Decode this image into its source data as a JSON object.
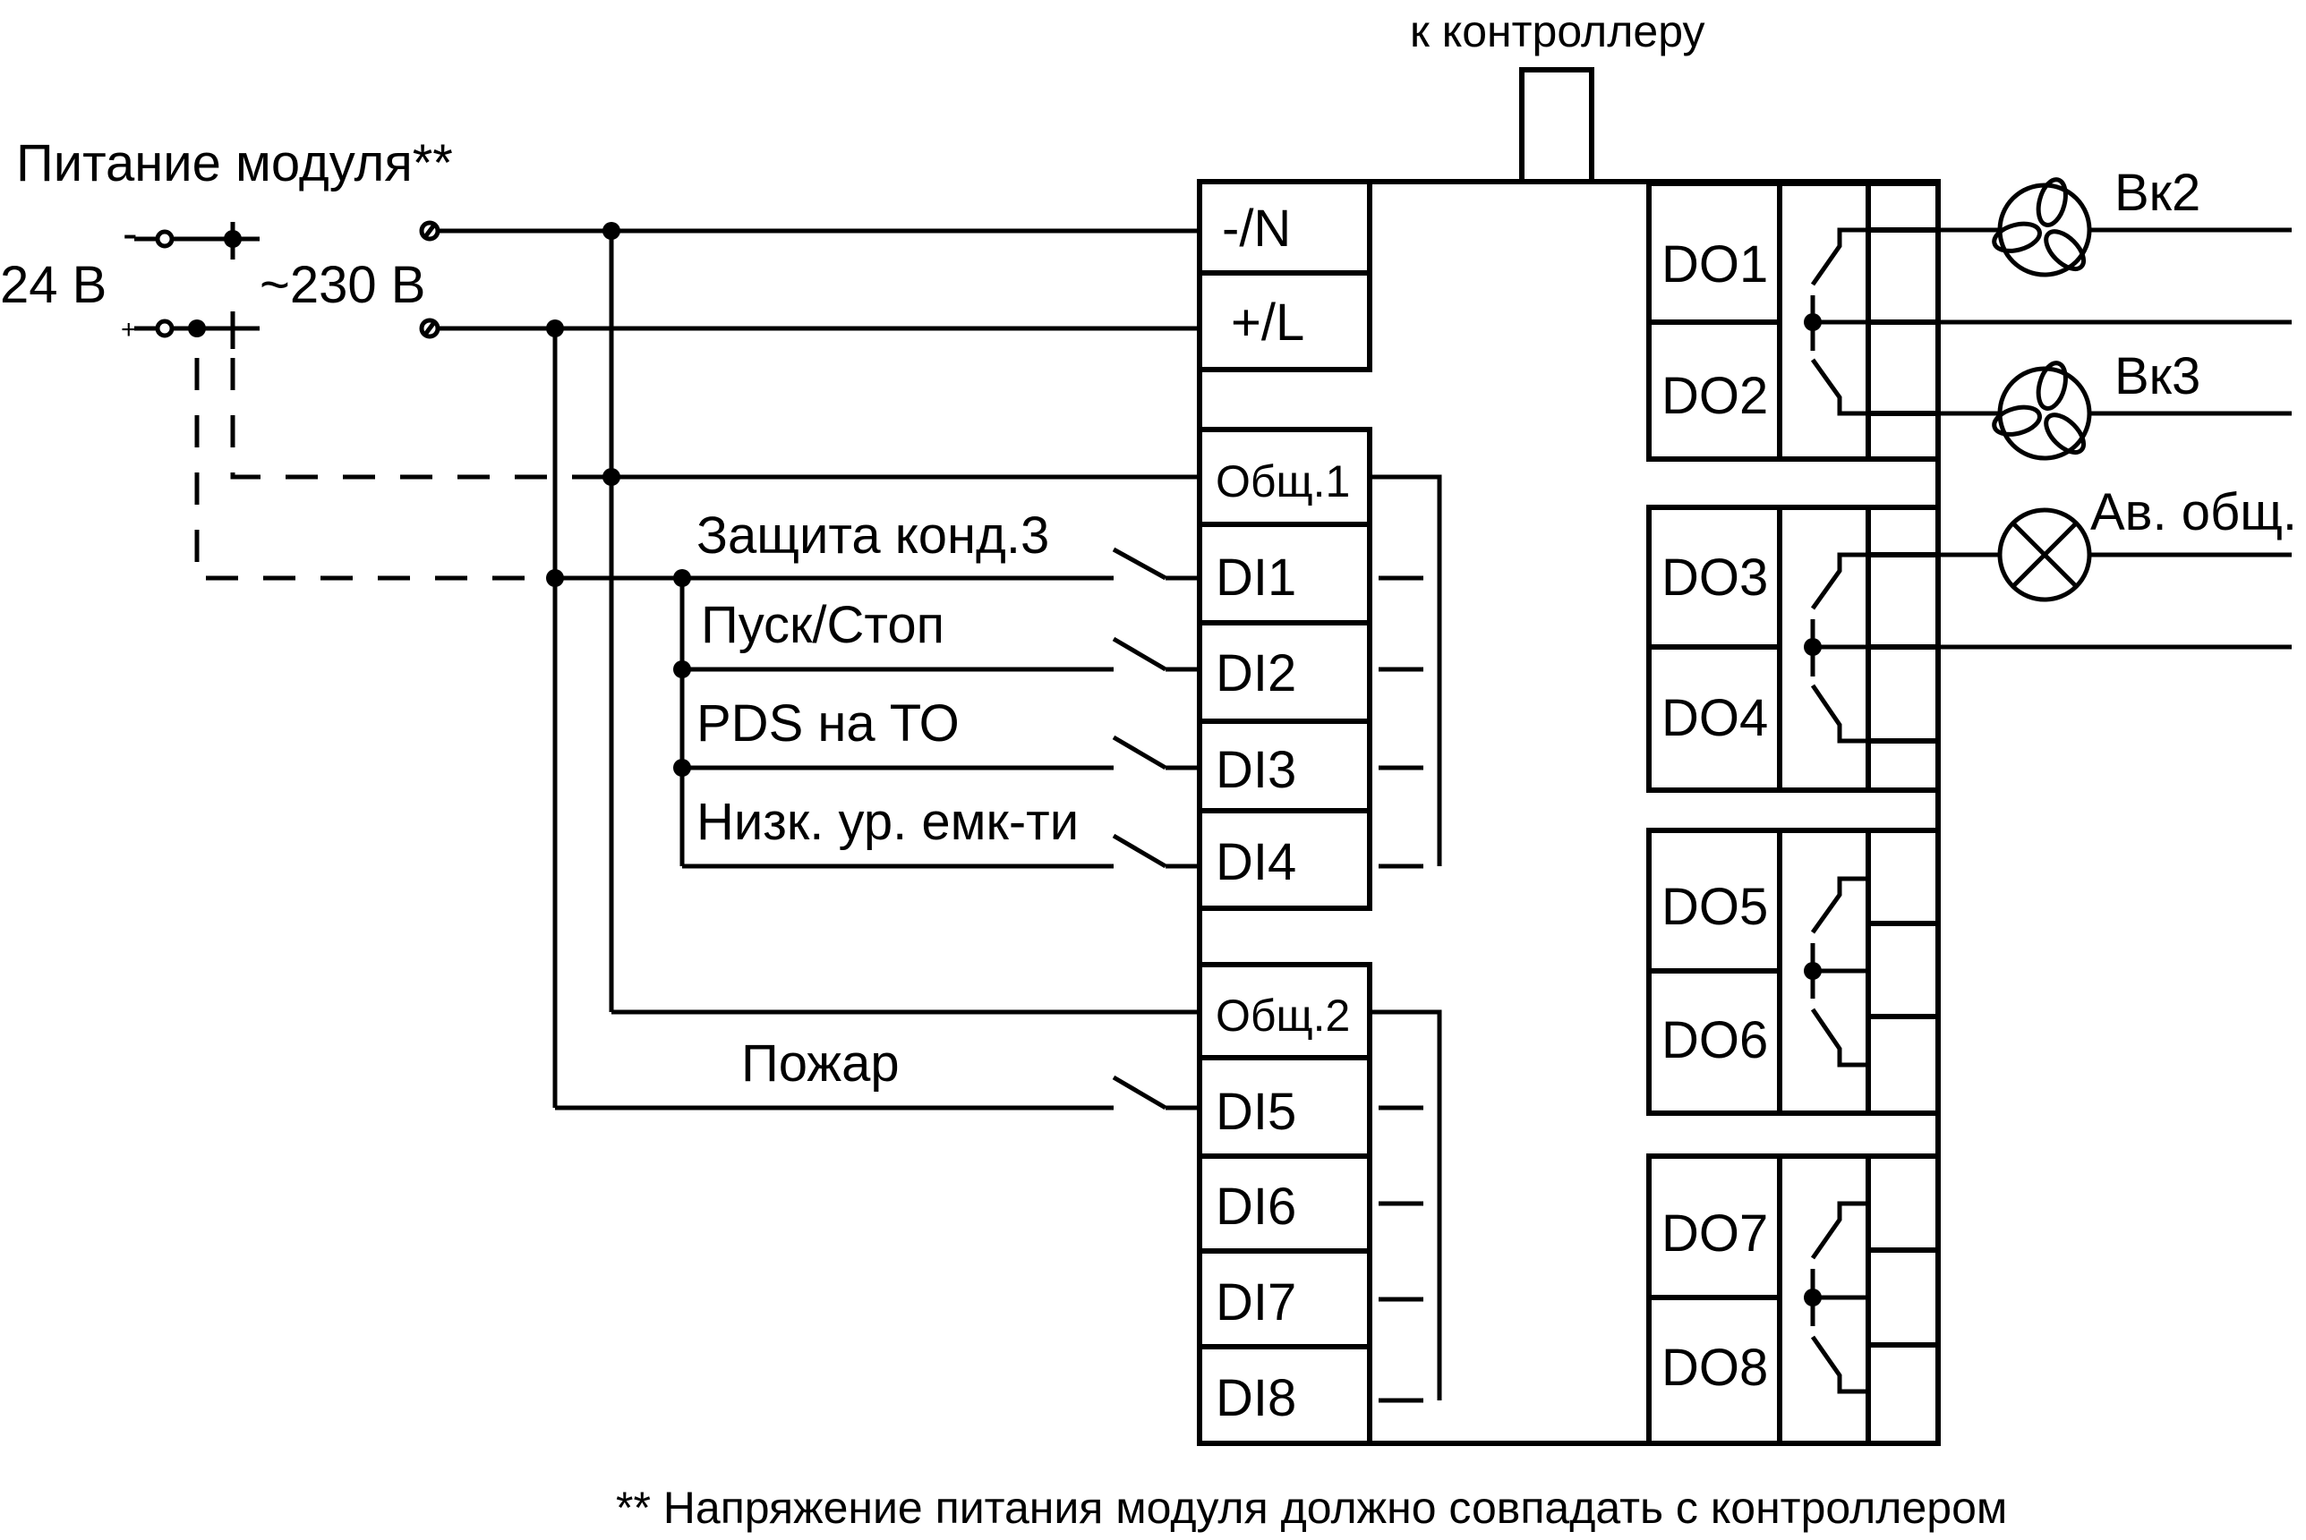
{
  "labels": {
    "module_power": "Питание модуля**",
    "to_controller": "к контроллеру",
    "v24": "24 В",
    "v230": "~230 В",
    "minus": "-",
    "plus": "+",
    "footnote": "** Напряжение питания модуля должно совпадать с контроллером"
  },
  "power_terminals": [
    "-/N",
    "+/L"
  ],
  "common_terminals": [
    "Общ.1",
    "Общ.2"
  ],
  "digital_inputs": [
    "DI1",
    "DI2",
    "DI3",
    "DI4",
    "DI5",
    "DI6",
    "DI7",
    "DI8"
  ],
  "input_signals": [
    "Защита конд.3",
    "Пуск/Стоп",
    "PDS на ТО",
    "Низк. ур. емк-ти",
    "Пожар"
  ],
  "digital_outputs": [
    "DO1",
    "DO2",
    "DO3",
    "DO4",
    "DO5",
    "DO6",
    "DO7",
    "DO8"
  ],
  "loads": [
    {
      "label": "Вк2",
      "icon": "fan-icon"
    },
    {
      "label": "Вк3",
      "icon": "fan-icon"
    },
    {
      "label": "Ав. общ.",
      "icon": "lamp-icon"
    }
  ]
}
